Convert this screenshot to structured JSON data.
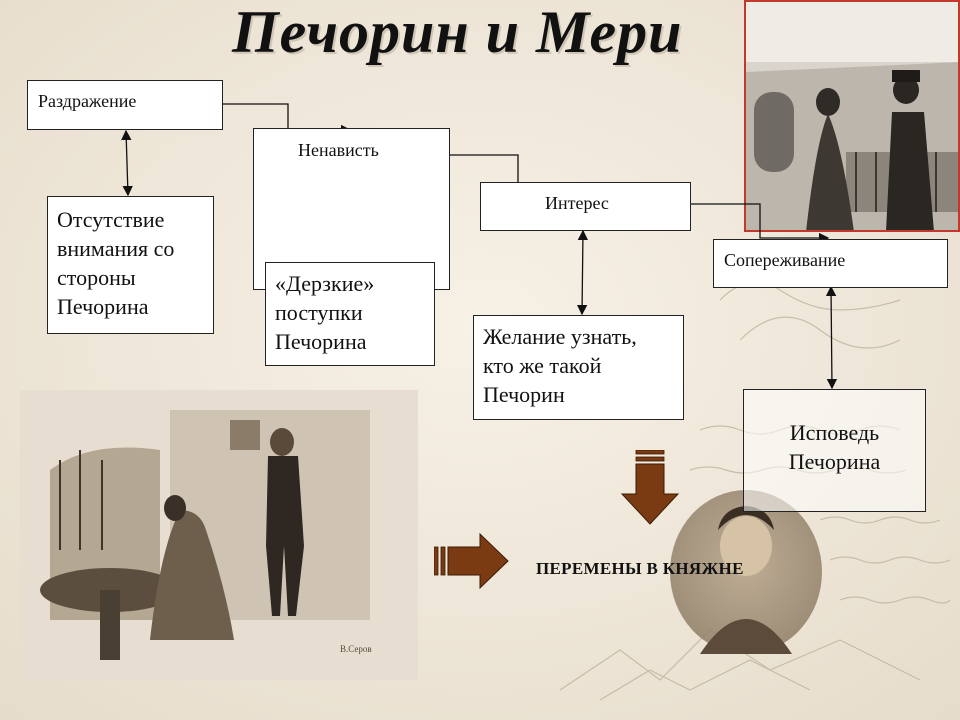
{
  "page_title": "Печорин и Мери",
  "nodes": {
    "irritation": "Раздражение",
    "hatred": "Ненависть",
    "interest": "Интерес",
    "empathy": "Сопереживание",
    "no_attention": [
      "Отсутствие",
      "внимания со",
      "стороны",
      "Печорина"
    ],
    "bold_acts": [
      "«Дерзкие»",
      "поступки",
      "Печорина"
    ],
    "desire": [
      "Желание узнать,",
      "кто же такой",
      "Печорин"
    ],
    "confession": [
      "Исповедь",
      "Печорина"
    ]
  },
  "result_text": "ПЕРЕМЕНЫ В КНЯЖНЕ",
  "colors": {
    "arrow_fill": "#7a3b12",
    "frame_red": "#c0392b",
    "paper": "#f3ece0"
  },
  "icons": [
    "arrow-down-icon",
    "arrow-right-icon"
  ]
}
